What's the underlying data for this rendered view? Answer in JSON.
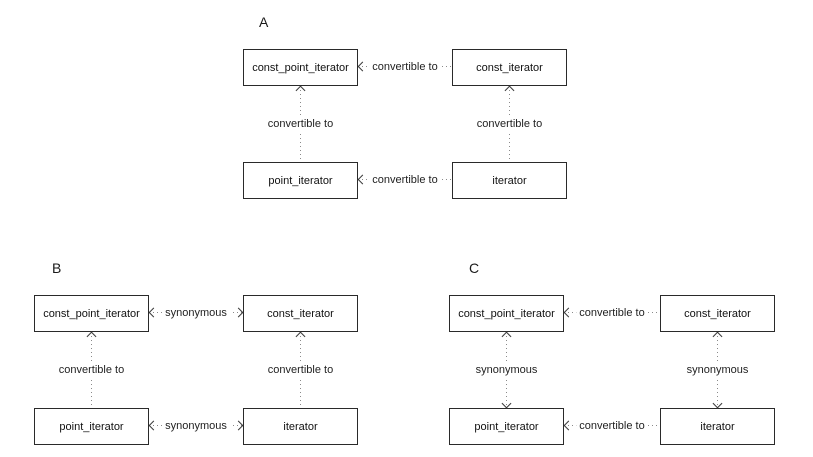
{
  "colors": {
    "background": "#ffffff",
    "box_border": "#2a2a2a",
    "dotted_line": "#8a8a8a",
    "text": "#111111"
  },
  "diagrams": [
    {
      "label": "A",
      "boxes": {
        "tl": "const_point_iterator",
        "tr": "const_iterator",
        "bl": "point_iterator",
        "br": "iterator"
      },
      "edges": {
        "top": {
          "label": "convertible to",
          "direction": "left"
        },
        "bottom": {
          "label": "convertible to",
          "direction": "left"
        },
        "left": {
          "label": "convertible to",
          "direction": "up"
        },
        "right": {
          "label": "convertible to",
          "direction": "up"
        }
      }
    },
    {
      "label": "B",
      "boxes": {
        "tl": "const_point_iterator",
        "tr": "const_iterator",
        "bl": "point_iterator",
        "br": "iterator"
      },
      "edges": {
        "top": {
          "label": "synonymous",
          "direction": "both"
        },
        "bottom": {
          "label": "synonymous",
          "direction": "both"
        },
        "left": {
          "label": "convertible to",
          "direction": "up"
        },
        "right": {
          "label": "convertible to",
          "direction": "up"
        }
      }
    },
    {
      "label": "C",
      "boxes": {
        "tl": "const_point_iterator",
        "tr": "const_iterator",
        "bl": "point_iterator",
        "br": "iterator"
      },
      "edges": {
        "top": {
          "label": "convertible to",
          "direction": "left"
        },
        "bottom": {
          "label": "convertible to",
          "direction": "left"
        },
        "left": {
          "label": "synonymous",
          "direction": "both"
        },
        "right": {
          "label": "synonymous",
          "direction": "both"
        }
      }
    }
  ]
}
